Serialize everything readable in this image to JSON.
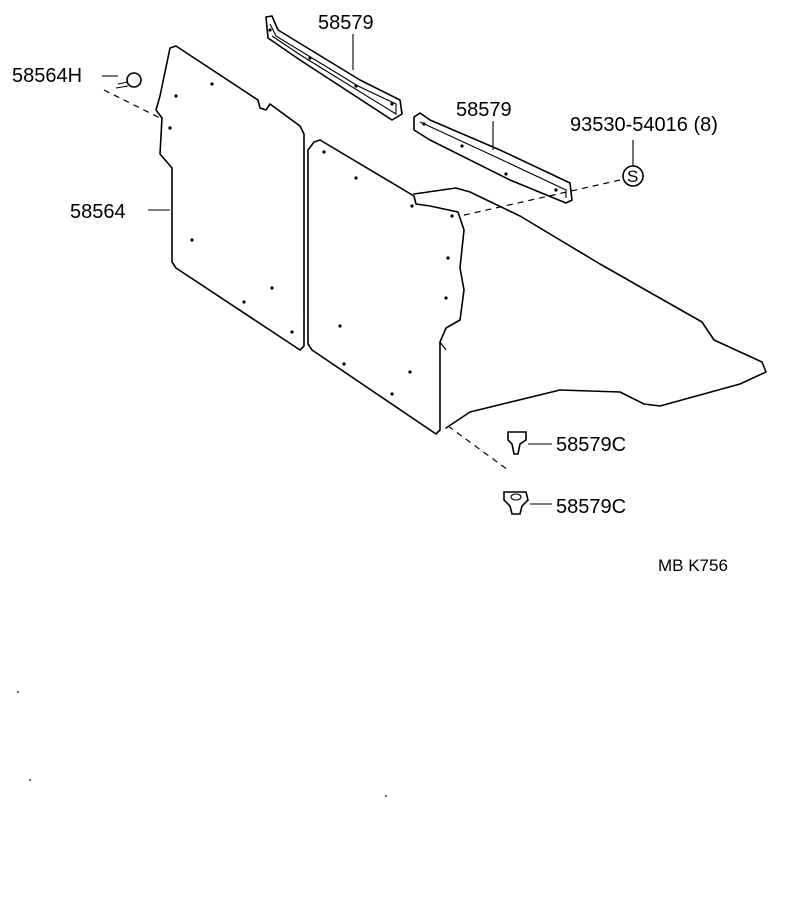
{
  "diagram": {
    "parts": {
      "strip_upper": "58579",
      "strip_lower": "58579",
      "screw_clip": "93530-54016 (8)",
      "screw_symbol": "S",
      "hook": "58564H",
      "panel_left": "58564",
      "clip_upper": "58579C",
      "clip_lower": "58579C"
    },
    "code": "MB  K756"
  }
}
